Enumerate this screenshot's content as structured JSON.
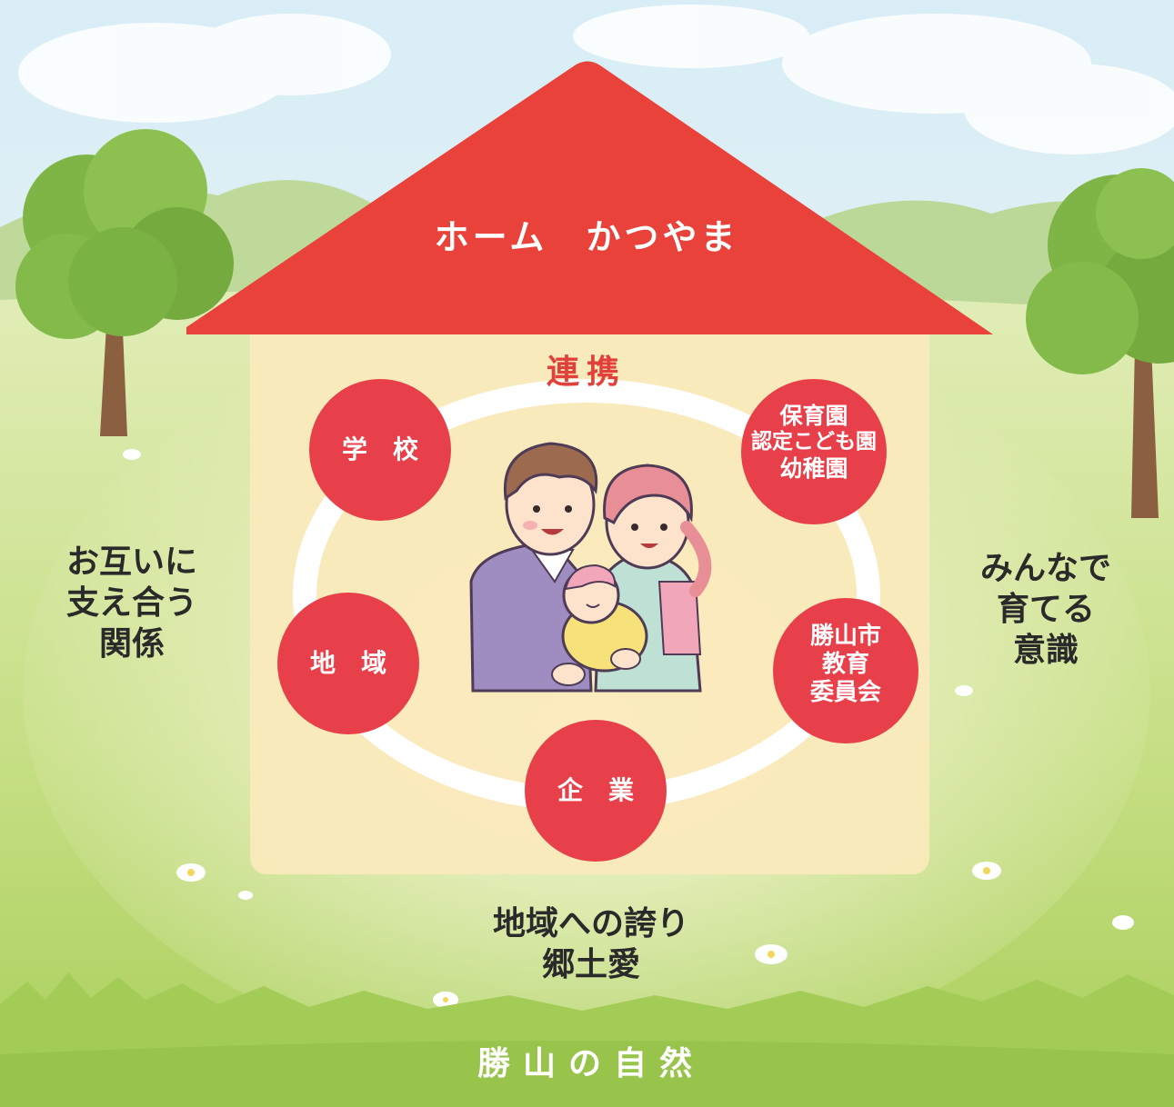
{
  "roof_title": "ホーム　かつやま",
  "center_title": "連携",
  "partners": {
    "school": "学　校",
    "nursery": [
      "保育園",
      "認定こども園",
      "幼稚園"
    ],
    "region": "地　域",
    "board": [
      "勝山市",
      "教育",
      "委員会"
    ],
    "company": "企　業"
  },
  "left_message": [
    "お互いに",
    "支え合う",
    "関係"
  ],
  "right_message": [
    "みんなで",
    "育てる",
    "意識"
  ],
  "bottom_message": [
    "地域への誇り",
    "郷土愛"
  ],
  "footer_text": "勝山の自然",
  "colors": {
    "roof": "#e8423a",
    "circle": "#e8404a",
    "house_body": "#fbe9bc",
    "grass": "#a9cf5a",
    "sky": "#e3f2f8",
    "center_title": "#e2413b"
  }
}
